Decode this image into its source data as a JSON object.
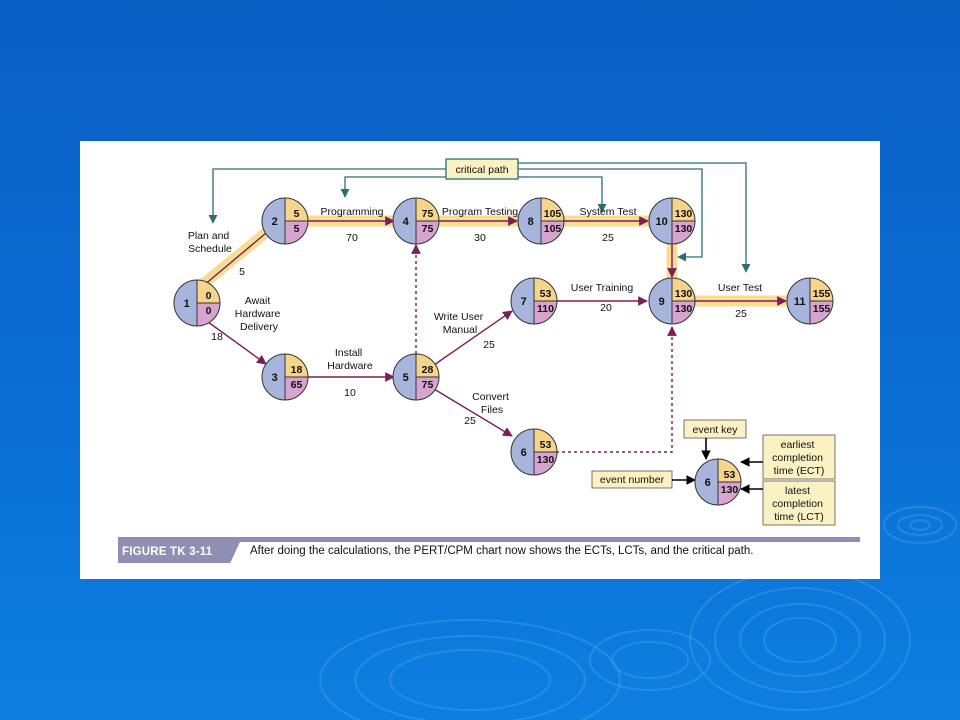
{
  "figure": {
    "tag": "FIGURE TK 3-11",
    "caption": "After doing the calculations, the PERT/CPM chart now shows the ECTs, LCTs, and the critical path."
  },
  "colors": {
    "slide_background": "#0b5fc4",
    "critical_path_highlight": "#f8dc94",
    "node_number_fill": "#a7b4dc",
    "node_ect_fill": "#f6d58a",
    "node_lct_fill": "#d7a3cf",
    "task_arrow": "#7b1f55",
    "callout_arrow": "#2d6e70",
    "callout_box": "#fbf1c3"
  },
  "critical_path_label": "critical path",
  "nodes": [
    {
      "number": "1",
      "ect": "0",
      "lct": "0"
    },
    {
      "number": "2",
      "ect": "5",
      "lct": "5"
    },
    {
      "number": "3",
      "ect": "18",
      "lct": "65"
    },
    {
      "number": "4",
      "ect": "75",
      "lct": "75"
    },
    {
      "number": "5",
      "ect": "28",
      "lct": "75"
    },
    {
      "number": "6",
      "ect": "53",
      "lct": "130"
    },
    {
      "number": "7",
      "ect": "53",
      "lct": "110"
    },
    {
      "number": "8",
      "ect": "105",
      "lct": "105"
    },
    {
      "number": "9",
      "ect": "130",
      "lct": "130"
    },
    {
      "number": "10",
      "ect": "130",
      "lct": "130"
    },
    {
      "number": "11",
      "ect": "155",
      "lct": "155"
    }
  ],
  "tasks": [
    {
      "from": "1",
      "to": "2",
      "label": "Plan and Schedule",
      "duration": "5",
      "critical": true
    },
    {
      "from": "1",
      "to": "3",
      "label": "Await Hardware Delivery",
      "duration": "18",
      "critical": false
    },
    {
      "from": "2",
      "to": "4",
      "label": "Programming",
      "duration": "70",
      "critical": true
    },
    {
      "from": "3",
      "to": "5",
      "label": "Install Hardware",
      "duration": "10",
      "critical": false
    },
    {
      "from": "4",
      "to": "8",
      "label": "Program Testing",
      "duration": "30",
      "critical": true
    },
    {
      "from": "5",
      "to": "7",
      "label": "Write User Manual",
      "duration": "25",
      "critical": false
    },
    {
      "from": "5",
      "to": "6",
      "label": "Convert Files",
      "duration": "25",
      "critical": false
    },
    {
      "from": "8",
      "to": "10",
      "label": "System Test",
      "duration": "25",
      "critical": true
    },
    {
      "from": "7",
      "to": "9",
      "label": "User Training",
      "duration": "20",
      "critical": false
    },
    {
      "from": "10",
      "to": "9",
      "label": "",
      "duration": "",
      "critical": true
    },
    {
      "from": "9",
      "to": "11",
      "label": "User Test",
      "duration": "25",
      "critical": true
    },
    {
      "from": "5",
      "to": "4",
      "label": "",
      "duration": "",
      "critical": false,
      "dummy": true
    },
    {
      "from": "6",
      "to": "9",
      "label": "",
      "duration": "",
      "critical": false,
      "dummy": true
    }
  ],
  "legend": {
    "event_key": "event key",
    "event_number": "event number",
    "earliest": "earliest completion time (ECT)",
    "latest": "latest completion time (LCT)",
    "sample": {
      "number": "6",
      "ect": "53",
      "lct": "130"
    }
  }
}
